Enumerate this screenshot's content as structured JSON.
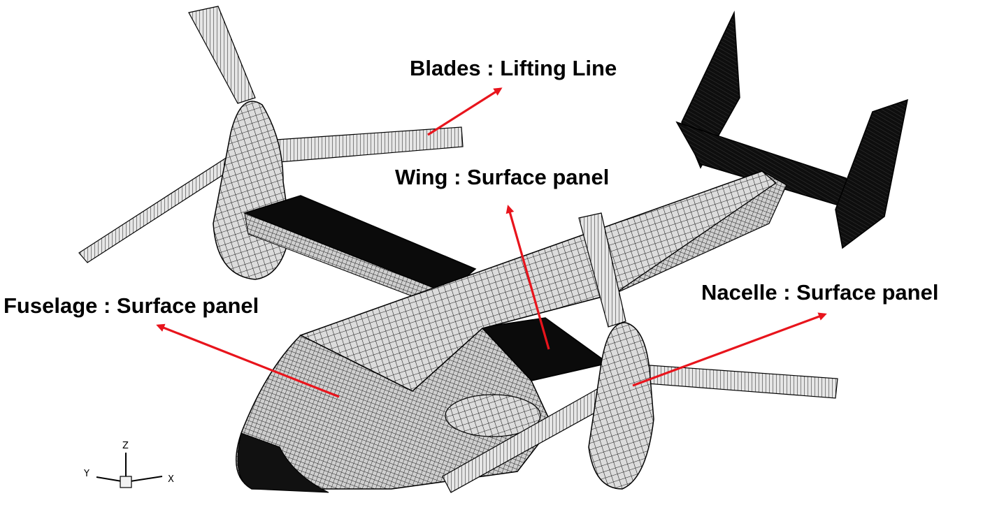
{
  "labels": {
    "blades": "Blades : Lifting Line",
    "wing": "Wing : Surface panel",
    "fuselage": "Fuselage : Surface panel",
    "nacelle": "Nacelle : Surface panel"
  },
  "axes": {
    "x": "X",
    "y": "Y",
    "z": "Z"
  },
  "colors": {
    "arrow": "#e8141c",
    "mesh": "#1a1a1a",
    "panel": "#d9d9d9",
    "dark": "#0a0a0a"
  }
}
